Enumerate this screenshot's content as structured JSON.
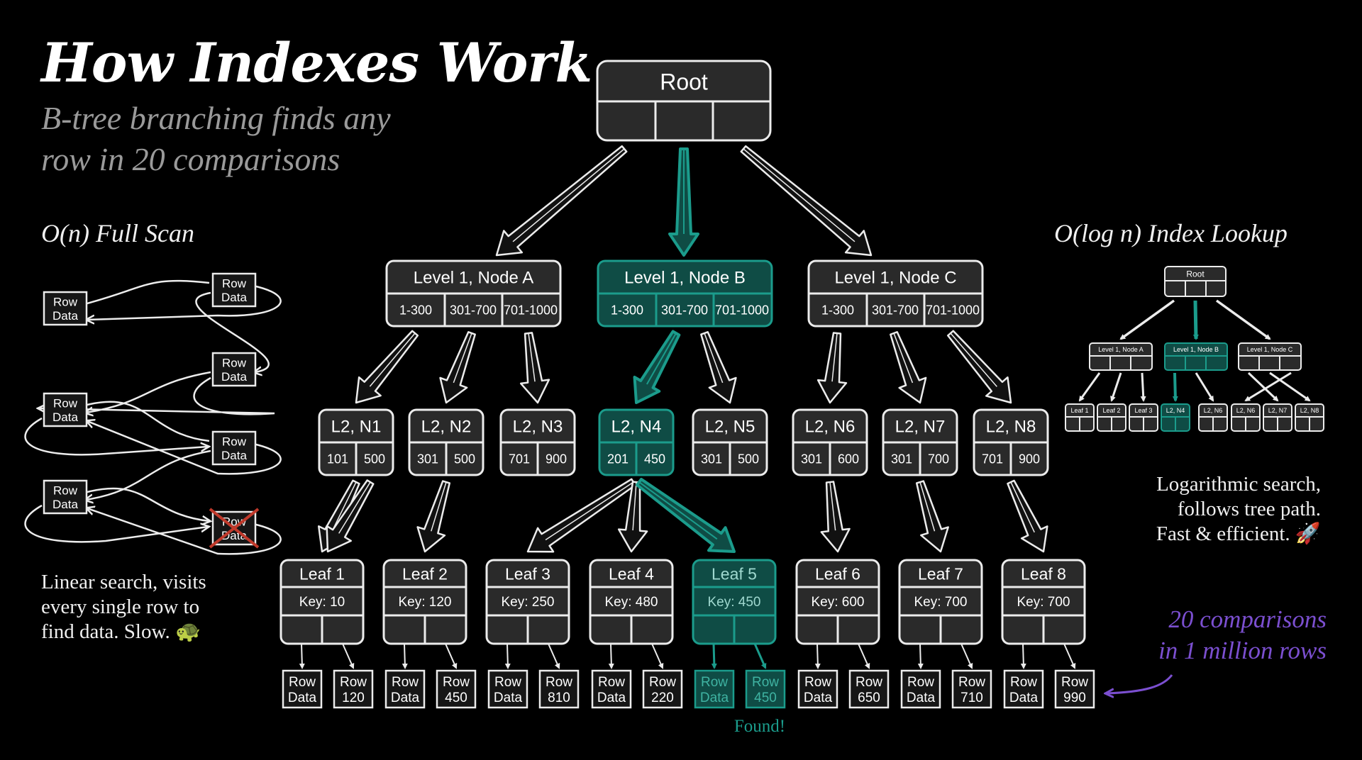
{
  "title": "How Indexes Work",
  "subtitle": "B-tree branching finds any\nrow in 20 comparisons",
  "colors": {
    "background": "#000000",
    "line": "#ececec",
    "highlight": "#1b9c8c",
    "highlight_fill": "#0f4c45",
    "accent": "#7b4fd0",
    "box": "#2a2a2a"
  },
  "full_scan": {
    "heading": "O(n) Full Scan",
    "rows": [
      "Row\nData",
      "Row\nData",
      "Row\nData",
      "Row\nData",
      "Row\nData",
      "Row\nData",
      "Row\nData"
    ],
    "description": "Linear search, visits\nevery single row to\nfind data. Slow.",
    "icon": "turtle-icon",
    "crossed_icon": "x-icon"
  },
  "tree": {
    "root": {
      "label": "Root"
    },
    "level1": [
      {
        "label": "Level 1, Node A",
        "ranges": [
          "1-300",
          "301-700",
          "701-1000"
        ],
        "highlight": false
      },
      {
        "label": "Level 1, Node B",
        "ranges": [
          "1-300",
          "301-700",
          "701-1000"
        ],
        "highlight": true
      },
      {
        "label": "Level 1, Node C",
        "ranges": [
          "1-300",
          "301-700",
          "701-1000"
        ],
        "highlight": false
      }
    ],
    "level2": [
      {
        "label": "L2, N1",
        "keys": [
          "101",
          "500"
        ],
        "highlight": false
      },
      {
        "label": "L2, N2",
        "keys": [
          "301",
          "500"
        ],
        "highlight": false
      },
      {
        "label": "L2, N3",
        "keys": [
          "701",
          "900"
        ],
        "highlight": false
      },
      {
        "label": "L2, N4",
        "keys": [
          "201",
          "450"
        ],
        "highlight": true
      },
      {
        "label": "L2, N5",
        "keys": [
          "301",
          "500"
        ],
        "highlight": false
      },
      {
        "label": "L2, N6",
        "keys": [
          "301",
          "600"
        ],
        "highlight": false
      },
      {
        "label": "L2, N7",
        "keys": [
          "301",
          "700"
        ],
        "highlight": false
      },
      {
        "label": "L2, N8",
        "keys": [
          "701",
          "900"
        ],
        "highlight": false
      }
    ],
    "leaves": [
      {
        "label": "Leaf 1",
        "key": "Key: 10",
        "rows": [
          "Row\nData",
          "Row\n120"
        ],
        "highlight": false
      },
      {
        "label": "Leaf 2",
        "key": "Key: 120",
        "rows": [
          "Row\nData",
          "Row\n450"
        ],
        "highlight": false
      },
      {
        "label": "Leaf 3",
        "key": "Key: 250",
        "rows": [
          "Row\nData",
          "Row\n810"
        ],
        "highlight": false
      },
      {
        "label": "Leaf 4",
        "key": "Key: 480",
        "rows": [
          "Row\nData",
          "Row\n220"
        ],
        "highlight": false
      },
      {
        "label": "Leaf 5",
        "key": "Key: 450",
        "rows": [
          "Row\nData",
          "Row\n450"
        ],
        "highlight": true
      },
      {
        "label": "Leaf 6",
        "key": "Key: 600",
        "rows": [
          "Row\nData",
          "Row\n650"
        ],
        "highlight": false
      },
      {
        "label": "Leaf 7",
        "key": "Key: 700",
        "rows": [
          "Row\nData",
          "Row\n710"
        ],
        "highlight": false
      },
      {
        "label": "Leaf 8",
        "key": "Key: 700",
        "rows": [
          "Row\nData",
          "Row\n990"
        ],
        "highlight": false
      }
    ],
    "found_label": "Found!"
  },
  "index_lookup": {
    "heading": "O(log n) Index Lookup",
    "mini_root": "Root",
    "mini_level1": [
      {
        "label": "Level 1, Node A",
        "highlight": false
      },
      {
        "label": "Level 1, Node B",
        "highlight": true
      },
      {
        "label": "Level 1, Node C",
        "highlight": false
      }
    ],
    "mini_leaves": [
      {
        "label": "Leaf 1",
        "highlight": false
      },
      {
        "label": "Leaf 2",
        "highlight": false
      },
      {
        "label": "Leaf 3",
        "highlight": false
      },
      {
        "label": "L2, N4",
        "highlight": true
      },
      {
        "label": "L2, N6",
        "highlight": false
      },
      {
        "label": "L2, N6",
        "highlight": false
      },
      {
        "label": "L2, N7",
        "highlight": false
      },
      {
        "label": "L2, N8",
        "highlight": false
      }
    ],
    "description": "Logarithmic search,\nfollows tree path.\nFast & efficient.",
    "icon": "rocket-icon"
  },
  "comparisons_note": "20 comparisons\nin 1 million rows"
}
